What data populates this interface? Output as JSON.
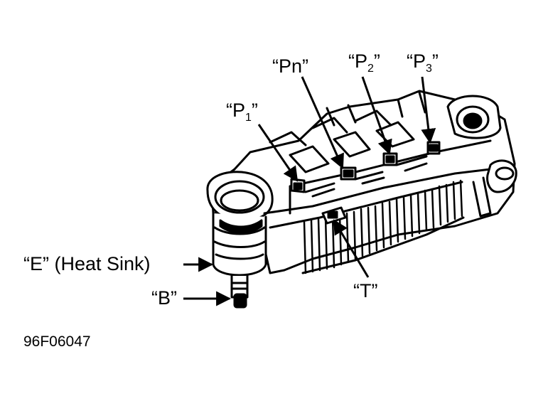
{
  "labels": {
    "pn": "“Pn”",
    "p2_open": "“P",
    "p2_sub": "2",
    "p2_close": "”",
    "p3_open": "“P",
    "p3_sub": "3",
    "p3_close": "”",
    "p1_open": "“P",
    "p1_sub": "1",
    "p1_close": "”",
    "e": "“E” (Heat Sink)",
    "b": "“B”",
    "t": "“T”"
  },
  "figure_id": "96F06047",
  "colors": {
    "ink": "#000000",
    "paper": "#ffffff"
  }
}
